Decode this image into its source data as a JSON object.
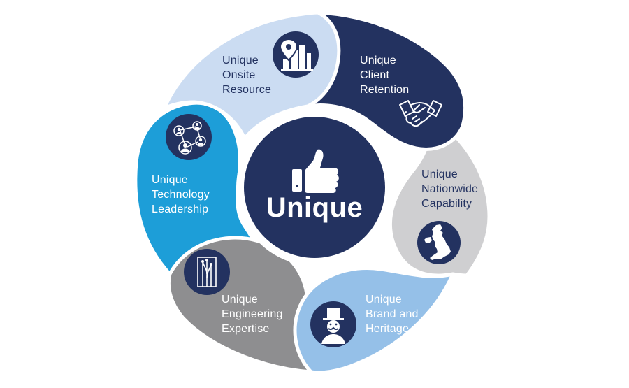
{
  "center": {
    "label": "Unique",
    "icon": "thumbs-up-icon"
  },
  "colors": {
    "navy": "#233260",
    "light_blue_segment": "#cbdcf2",
    "gray_segment": "#cfcfd1",
    "dark_gray_segment": "#8e8e90",
    "bright_blue_segment": "#1d9ed8",
    "sky_blue_segment": "#95c0e8"
  },
  "segments": [
    {
      "id": "onsite",
      "lines": [
        "Unique",
        "Onsite",
        "Resource"
      ],
      "icon": "location-buildings-icon"
    },
    {
      "id": "retention",
      "lines": [
        "Unique",
        "Client",
        "Retention"
      ],
      "icon": "handshake-icon"
    },
    {
      "id": "nationwide",
      "lines": [
        "Unique",
        "Nationwide",
        "Capability"
      ],
      "icon": "uk-map-icon"
    },
    {
      "id": "brand",
      "lines": [
        "Unique",
        "Brand and",
        "Heritage"
      ],
      "icon": "top-hat-gentleman-icon"
    },
    {
      "id": "engineering",
      "lines": [
        "Unique",
        "Engineering",
        "Expertise"
      ],
      "icon": "lift-shaft-icon"
    },
    {
      "id": "technology",
      "lines": [
        "Unique",
        "Technology",
        "Leadership"
      ],
      "icon": "network-people-icon"
    }
  ]
}
